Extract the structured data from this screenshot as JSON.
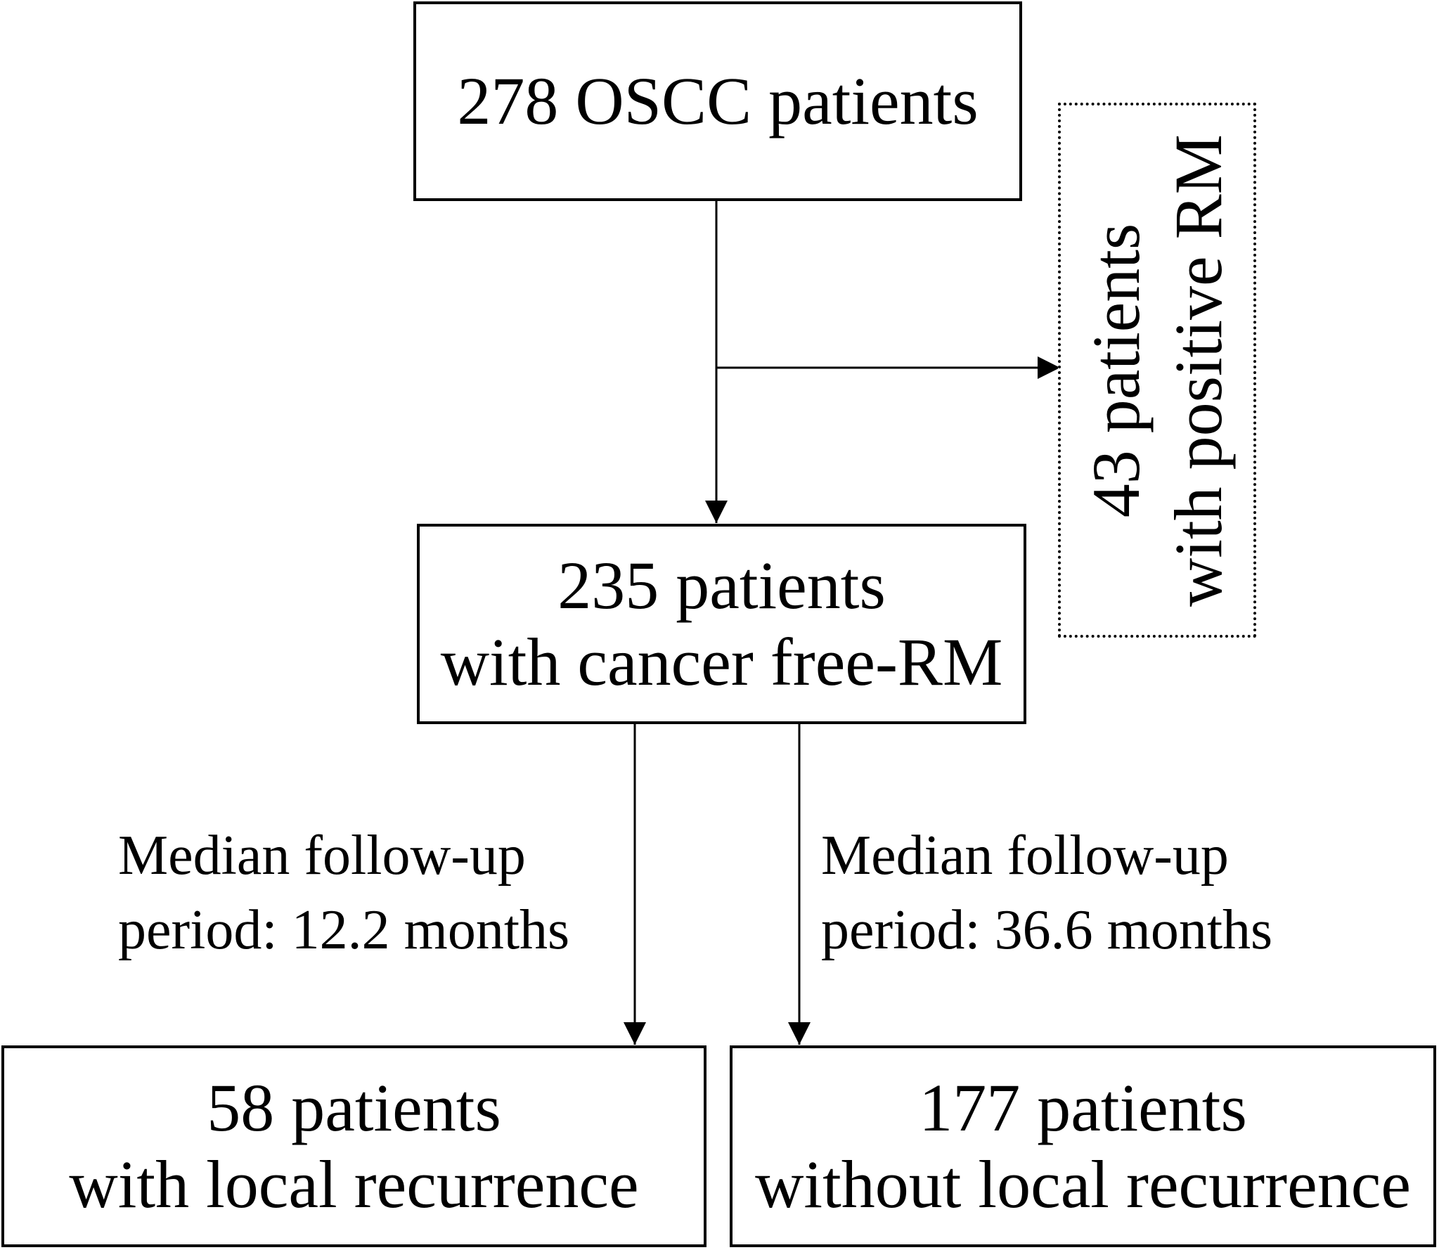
{
  "boxes": {
    "start": {
      "line1": "278 OSCC patients"
    },
    "excluded": {
      "line1": "43 patients",
      "line2": "with positive RM"
    },
    "middle": {
      "line1": "235 patients",
      "line2": "with cancer free-RM"
    },
    "left_outcome": {
      "line1": "58 patients",
      "line2": "with local recurrence"
    },
    "right_outcome": {
      "line1": "177 patients",
      "line2": "without local recurrence"
    }
  },
  "labels": {
    "left": {
      "line1": "Median follow-up",
      "line2": "period: 12.2 months"
    },
    "right": {
      "line1": "Median follow-up",
      "line2": "period: 36.6 months"
    }
  }
}
